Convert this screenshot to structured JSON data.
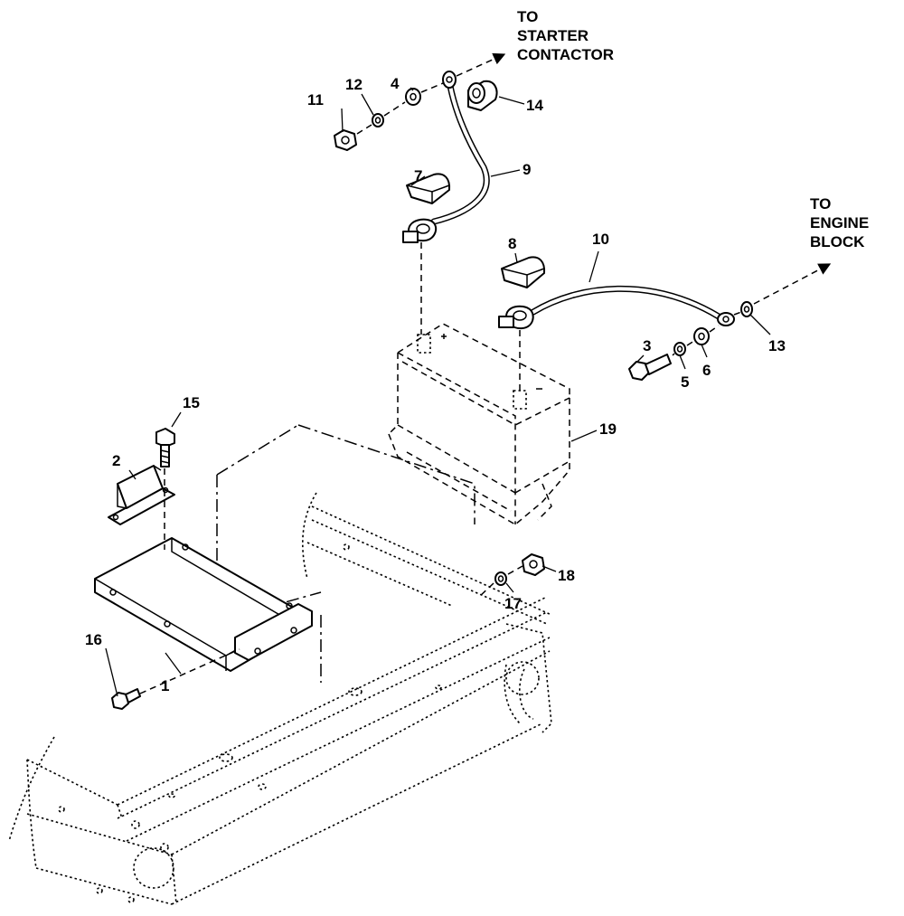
{
  "notes": {
    "starter": [
      "TO",
      "STARTER",
      "CONTACTOR"
    ],
    "engine": [
      "TO",
      "ENGINE",
      "BLOCK"
    ]
  },
  "callouts": {
    "c1": "1",
    "c2": "2",
    "c3": "3",
    "c4": "4",
    "c5": "5",
    "c6": "6",
    "c7": "7",
    "c8": "8",
    "c9": "9",
    "c10": "10",
    "c11": "11",
    "c12": "12",
    "c13": "13",
    "c14": "14",
    "c15": "15",
    "c16": "16",
    "c17": "17",
    "c18": "18",
    "c19": "19"
  }
}
